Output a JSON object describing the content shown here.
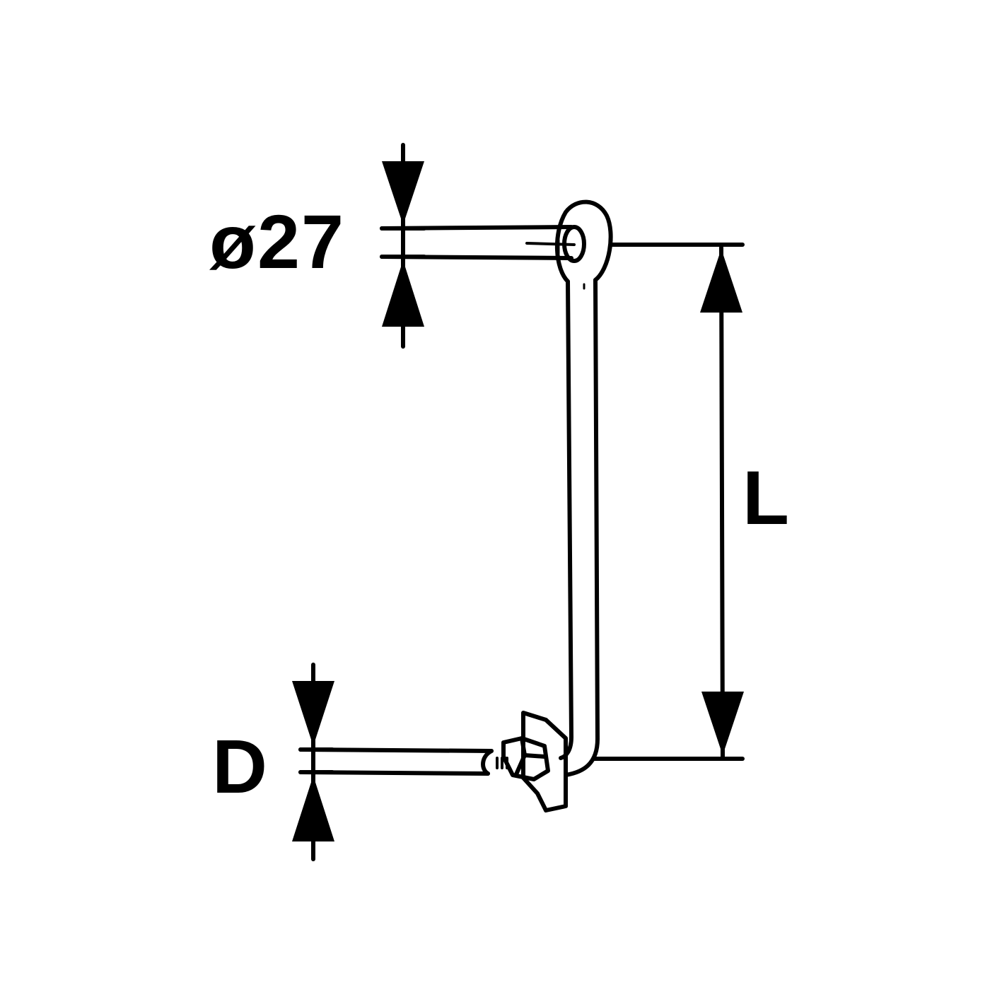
{
  "labels": {
    "diameter": "ø27",
    "d": "D",
    "l": "L"
  },
  "colors": {
    "line": "#000000",
    "background": "#ffffff"
  }
}
